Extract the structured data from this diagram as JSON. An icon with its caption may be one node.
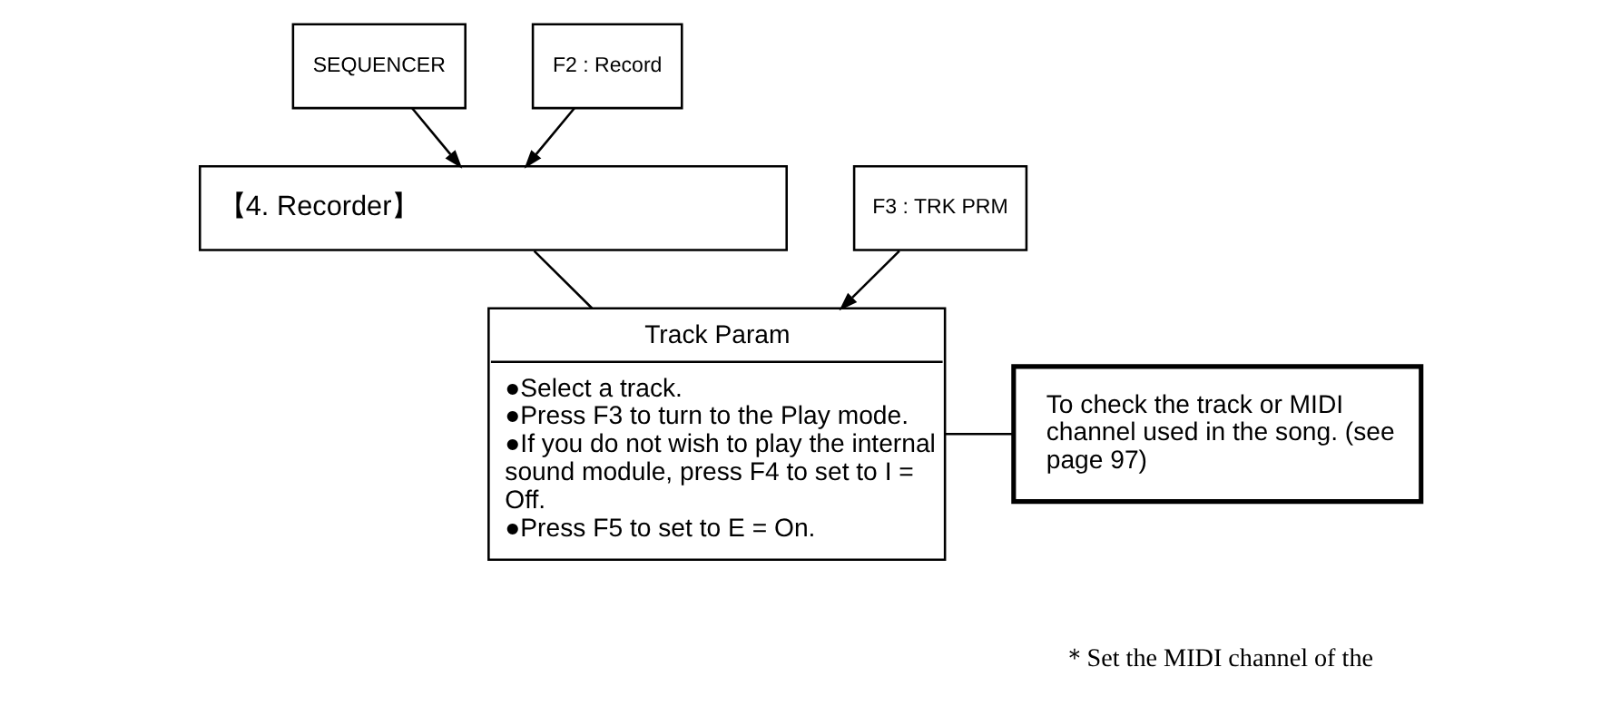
{
  "diagram": {
    "nodes": [
      {
        "text": [
          "SEQUENCER"
        ]
      },
      {
        "text": [
          "F2 : Record"
        ]
      },
      {
        "text": [
          "【4. Recorder】"
        ]
      },
      {
        "text": [
          "F3 : TRK PRM"
        ]
      },
      {
        "text": [
          "Track Param",
          "●Select a track.",
          "●Press F3 to turn to the Play mode.",
          "●If you do not wish to play the internal sound module, press F4 to set to I = Off.",
          "●Press F5 to set to E = On."
        ]
      },
      {
        "text": [
          "To check the track or MIDI channel used in the song. (see page 97)"
        ]
      }
    ],
    "edges": [
      {
        "from": 0,
        "to": 2,
        "arrow": "to"
      },
      {
        "from": 1,
        "to": 2,
        "arrow": "to"
      },
      {
        "from": 2,
        "to": 4,
        "arrow": "none"
      },
      {
        "from": 3,
        "to": 4,
        "arrow": "to"
      },
      {
        "from": 4,
        "to": 5,
        "arrow": "none"
      }
    ],
    "labels": [
      "＊Set the MIDI channel of the"
    ]
  }
}
